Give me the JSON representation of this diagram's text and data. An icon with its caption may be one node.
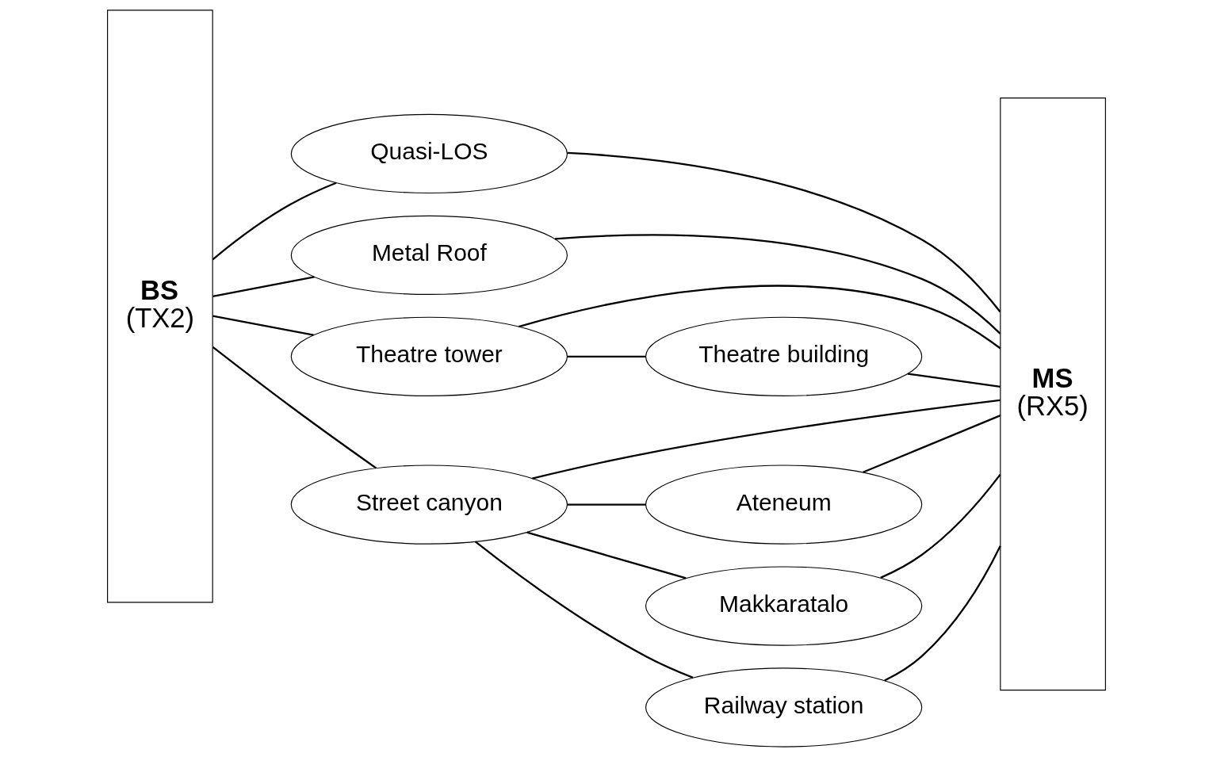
{
  "diagram": {
    "nodes": [
      {
        "text": [
          "BS",
          "(TX2)"
        ]
      },
      {
        "text": [
          "Quasi-LOS"
        ]
      },
      {
        "text": [
          "Metal Roof"
        ]
      },
      {
        "text": [
          "Theatre tower"
        ]
      },
      {
        "text": [
          "Theatre building"
        ]
      },
      {
        "text": [
          "Street canyon"
        ]
      },
      {
        "text": [
          "Ateneum"
        ]
      },
      {
        "text": [
          "Makkaratalo"
        ]
      },
      {
        "text": [
          "Railway station"
        ]
      },
      {
        "text": [
          "MS",
          "(RX5)"
        ]
      }
    ],
    "edges": [
      {
        "from": 0,
        "to": 1,
        "arrow": "none"
      },
      {
        "from": 1,
        "to": 9,
        "arrow": "none"
      },
      {
        "from": 0,
        "to": 2,
        "arrow": "none"
      },
      {
        "from": 2,
        "to": 9,
        "arrow": "none"
      },
      {
        "from": 0,
        "to": 3,
        "arrow": "none"
      },
      {
        "from": 3,
        "to": 9,
        "arrow": "none"
      },
      {
        "from": 3,
        "to": 4,
        "arrow": "none"
      },
      {
        "from": 4,
        "to": 9,
        "arrow": "none"
      },
      {
        "from": 0,
        "to": 5,
        "arrow": "none"
      },
      {
        "from": 5,
        "to": 9,
        "arrow": "none"
      },
      {
        "from": 5,
        "to": 6,
        "arrow": "none"
      },
      {
        "from": 6,
        "to": 9,
        "arrow": "none"
      },
      {
        "from": 5,
        "to": 7,
        "arrow": "none"
      },
      {
        "from": 7,
        "to": 9,
        "arrow": "none"
      },
      {
        "from": 5,
        "to": 8,
        "arrow": "none"
      },
      {
        "from": 8,
        "to": 9,
        "arrow": "none"
      }
    ]
  }
}
